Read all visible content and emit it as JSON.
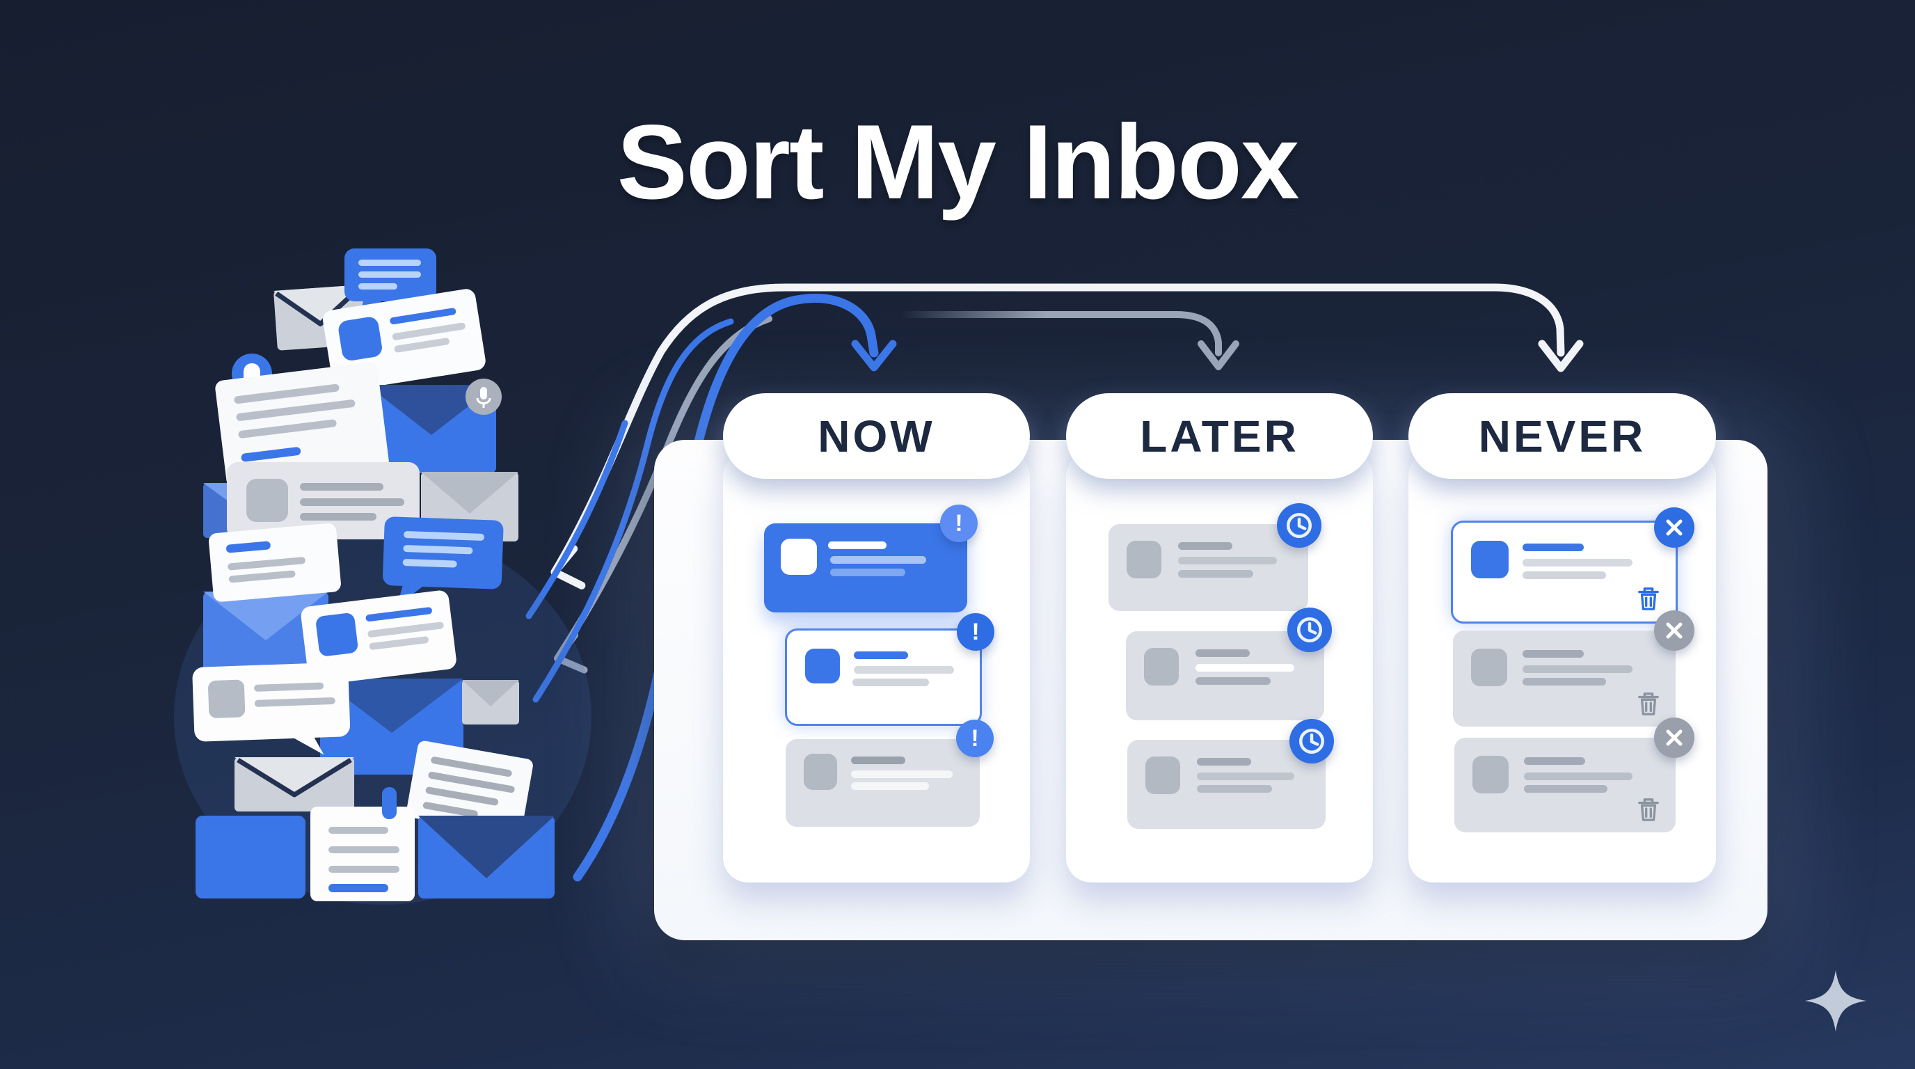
{
  "title": "Sort My Inbox",
  "panel": {
    "columns": [
      {
        "id": "now",
        "label": "NOW",
        "badge": "exclamation",
        "cards": [
          "blue-solid",
          "white-outline",
          "gray"
        ]
      },
      {
        "id": "later",
        "label": "LATER",
        "badge": "clock",
        "cards": [
          "gray",
          "gray",
          "gray"
        ]
      },
      {
        "id": "never",
        "label": "NEVER",
        "badge": "dismiss",
        "cards": [
          "white-outline",
          "gray",
          "gray"
        ]
      }
    ]
  },
  "glyphs": {
    "exclamation": "!"
  },
  "icons": [
    "bell-icon",
    "microphone-icon",
    "clock-icon",
    "x-icon",
    "trash-icon",
    "sparkle-icon",
    "envelope-icon",
    "chat-bubble-icon"
  ],
  "colors": {
    "background": "#1a2439",
    "accent_blue": "#3b76e8",
    "badge_blue": "#2e6de3",
    "card_gray": "#dcdfe5",
    "panel": "#f4f7fb",
    "header_text": "#1d2940",
    "arrow_white": "#f2f4f8",
    "arrow_gray": "#9aa5b8",
    "sparkle": "#c2cbd9"
  }
}
